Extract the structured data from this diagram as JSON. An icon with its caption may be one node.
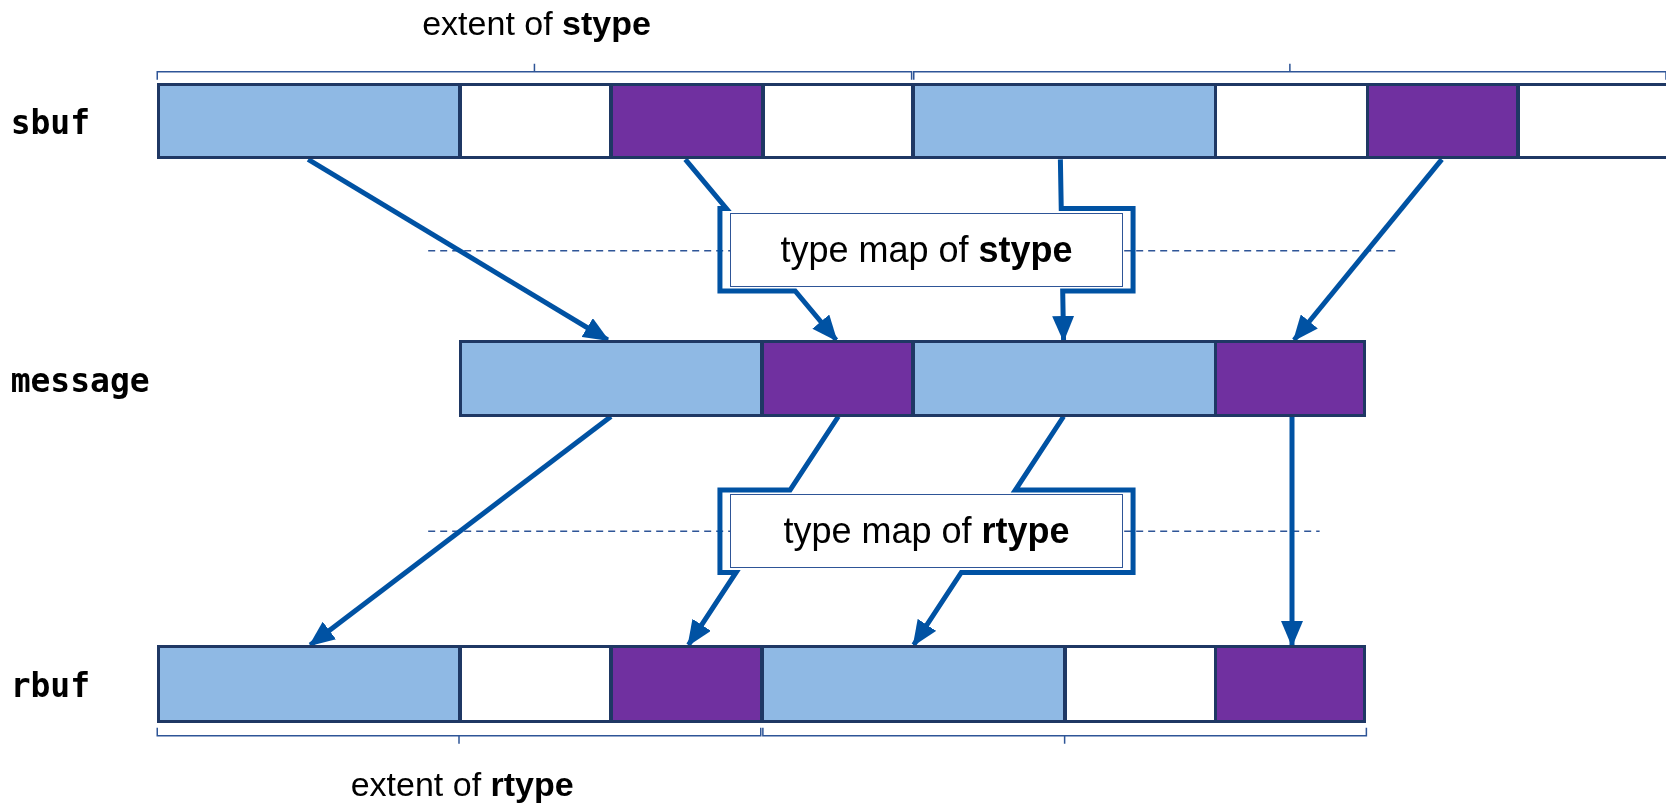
{
  "diagram": {
    "nodes": [
      {
        "text": [],
        "shape": "box"
      },
      {
        "text": [],
        "shape": "box"
      },
      {
        "text": [],
        "shape": "box"
      },
      {
        "text": [],
        "shape": "box"
      },
      {
        "text": [],
        "shape": "box"
      },
      {
        "text": [],
        "shape": "box"
      },
      {
        "text": [],
        "shape": "box"
      },
      {
        "text": [],
        "shape": "box"
      },
      {
        "text": [
          "type map of **stype**"
        ]
      },
      {
        "text": [],
        "shape": "box"
      },
      {
        "text": [],
        "shape": "box"
      },
      {
        "text": [],
        "shape": "box"
      },
      {
        "text": [],
        "shape": "box"
      },
      {
        "text": [
          "type map of **rtype**"
        ]
      },
      {
        "text": [],
        "shape": "box"
      },
      {
        "text": [],
        "shape": "box"
      },
      {
        "text": [],
        "shape": "box"
      },
      {
        "text": [],
        "shape": "box"
      },
      {
        "text": [],
        "shape": "box"
      },
      {
        "text": [],
        "shape": "box"
      }
    ],
    "edges": [
      {
        "from": 0,
        "to": 9,
        "arrow": "to"
      },
      {
        "from": 2,
        "to": 10,
        "arrow": "to"
      },
      {
        "from": 4,
        "to": 11,
        "arrow": "to"
      },
      {
        "from": 6,
        "to": 12,
        "arrow": "to"
      },
      {
        "from": 9,
        "to": 14,
        "arrow": "to"
      },
      {
        "from": 10,
        "to": 16,
        "arrow": "to"
      },
      {
        "from": 11,
        "to": 17,
        "arrow": "to"
      },
      {
        "from": 12,
        "to": 19,
        "arrow": "to"
      }
    ],
    "labels": [
      "extent of **stype**",
      "sbuf",
      "message",
      "rbuf",
      "extent of **rtype**"
    ]
  }
}
